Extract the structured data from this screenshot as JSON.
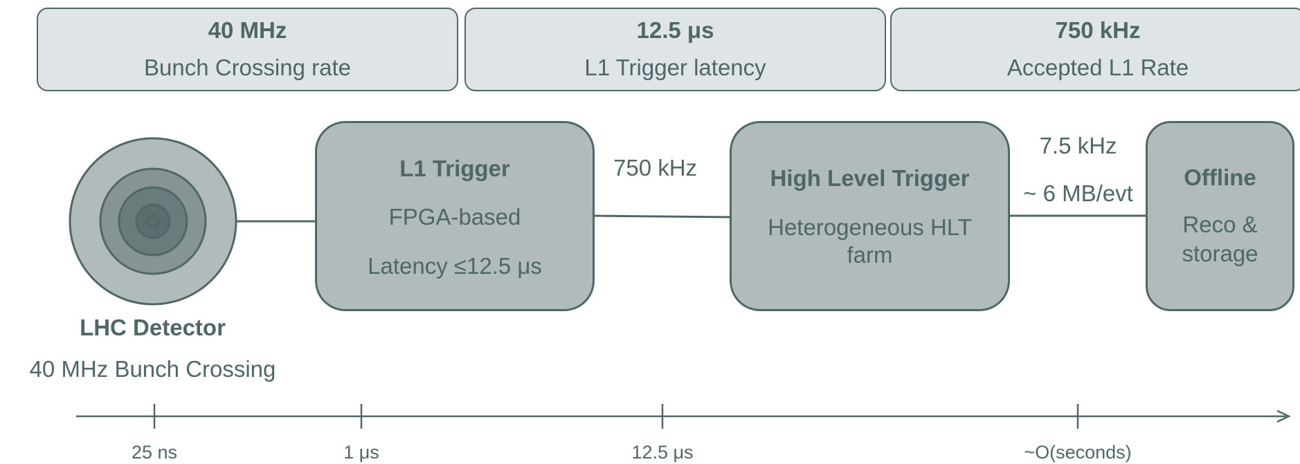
{
  "top_boxes": [
    {
      "value": "40 MHz",
      "label": "Bunch Crossing rate"
    },
    {
      "value": "12.5 μs",
      "label": "L1 Trigger latency"
    },
    {
      "value": "750 kHz",
      "label": "Accepted L1 Rate"
    }
  ],
  "detector": {
    "title": "LHC Detector",
    "subtitle": "40 MHz Bunch Crossing"
  },
  "l1": {
    "title": "L1 Trigger",
    "line1": "FPGA-based",
    "line2": "Latency ≤12.5 μs"
  },
  "l1_to_hlt_rate": "750 kHz",
  "hlt": {
    "title": "High Level Trigger",
    "line1": "Heterogeneous HLT",
    "line2": "farm"
  },
  "hlt_to_offline": {
    "rate": "7.5 kHz",
    "size": "~ 6 MB/evt"
  },
  "offline": {
    "title": "Offline",
    "line1": "Reco &",
    "line2": "storage"
  },
  "timeline": {
    "ticks": [
      "25 ns",
      "1 μs",
      "12.5 μs",
      "~O(seconds)"
    ]
  },
  "colors": {
    "stroke": "#4f6767",
    "box_fill": "#b1bbbb",
    "top_fill": "#dfe5e7",
    "ring1": "#b1bbbb",
    "ring2": "#869594",
    "ring3": "#6a7b7b",
    "ring4": "#5c6d6d"
  }
}
